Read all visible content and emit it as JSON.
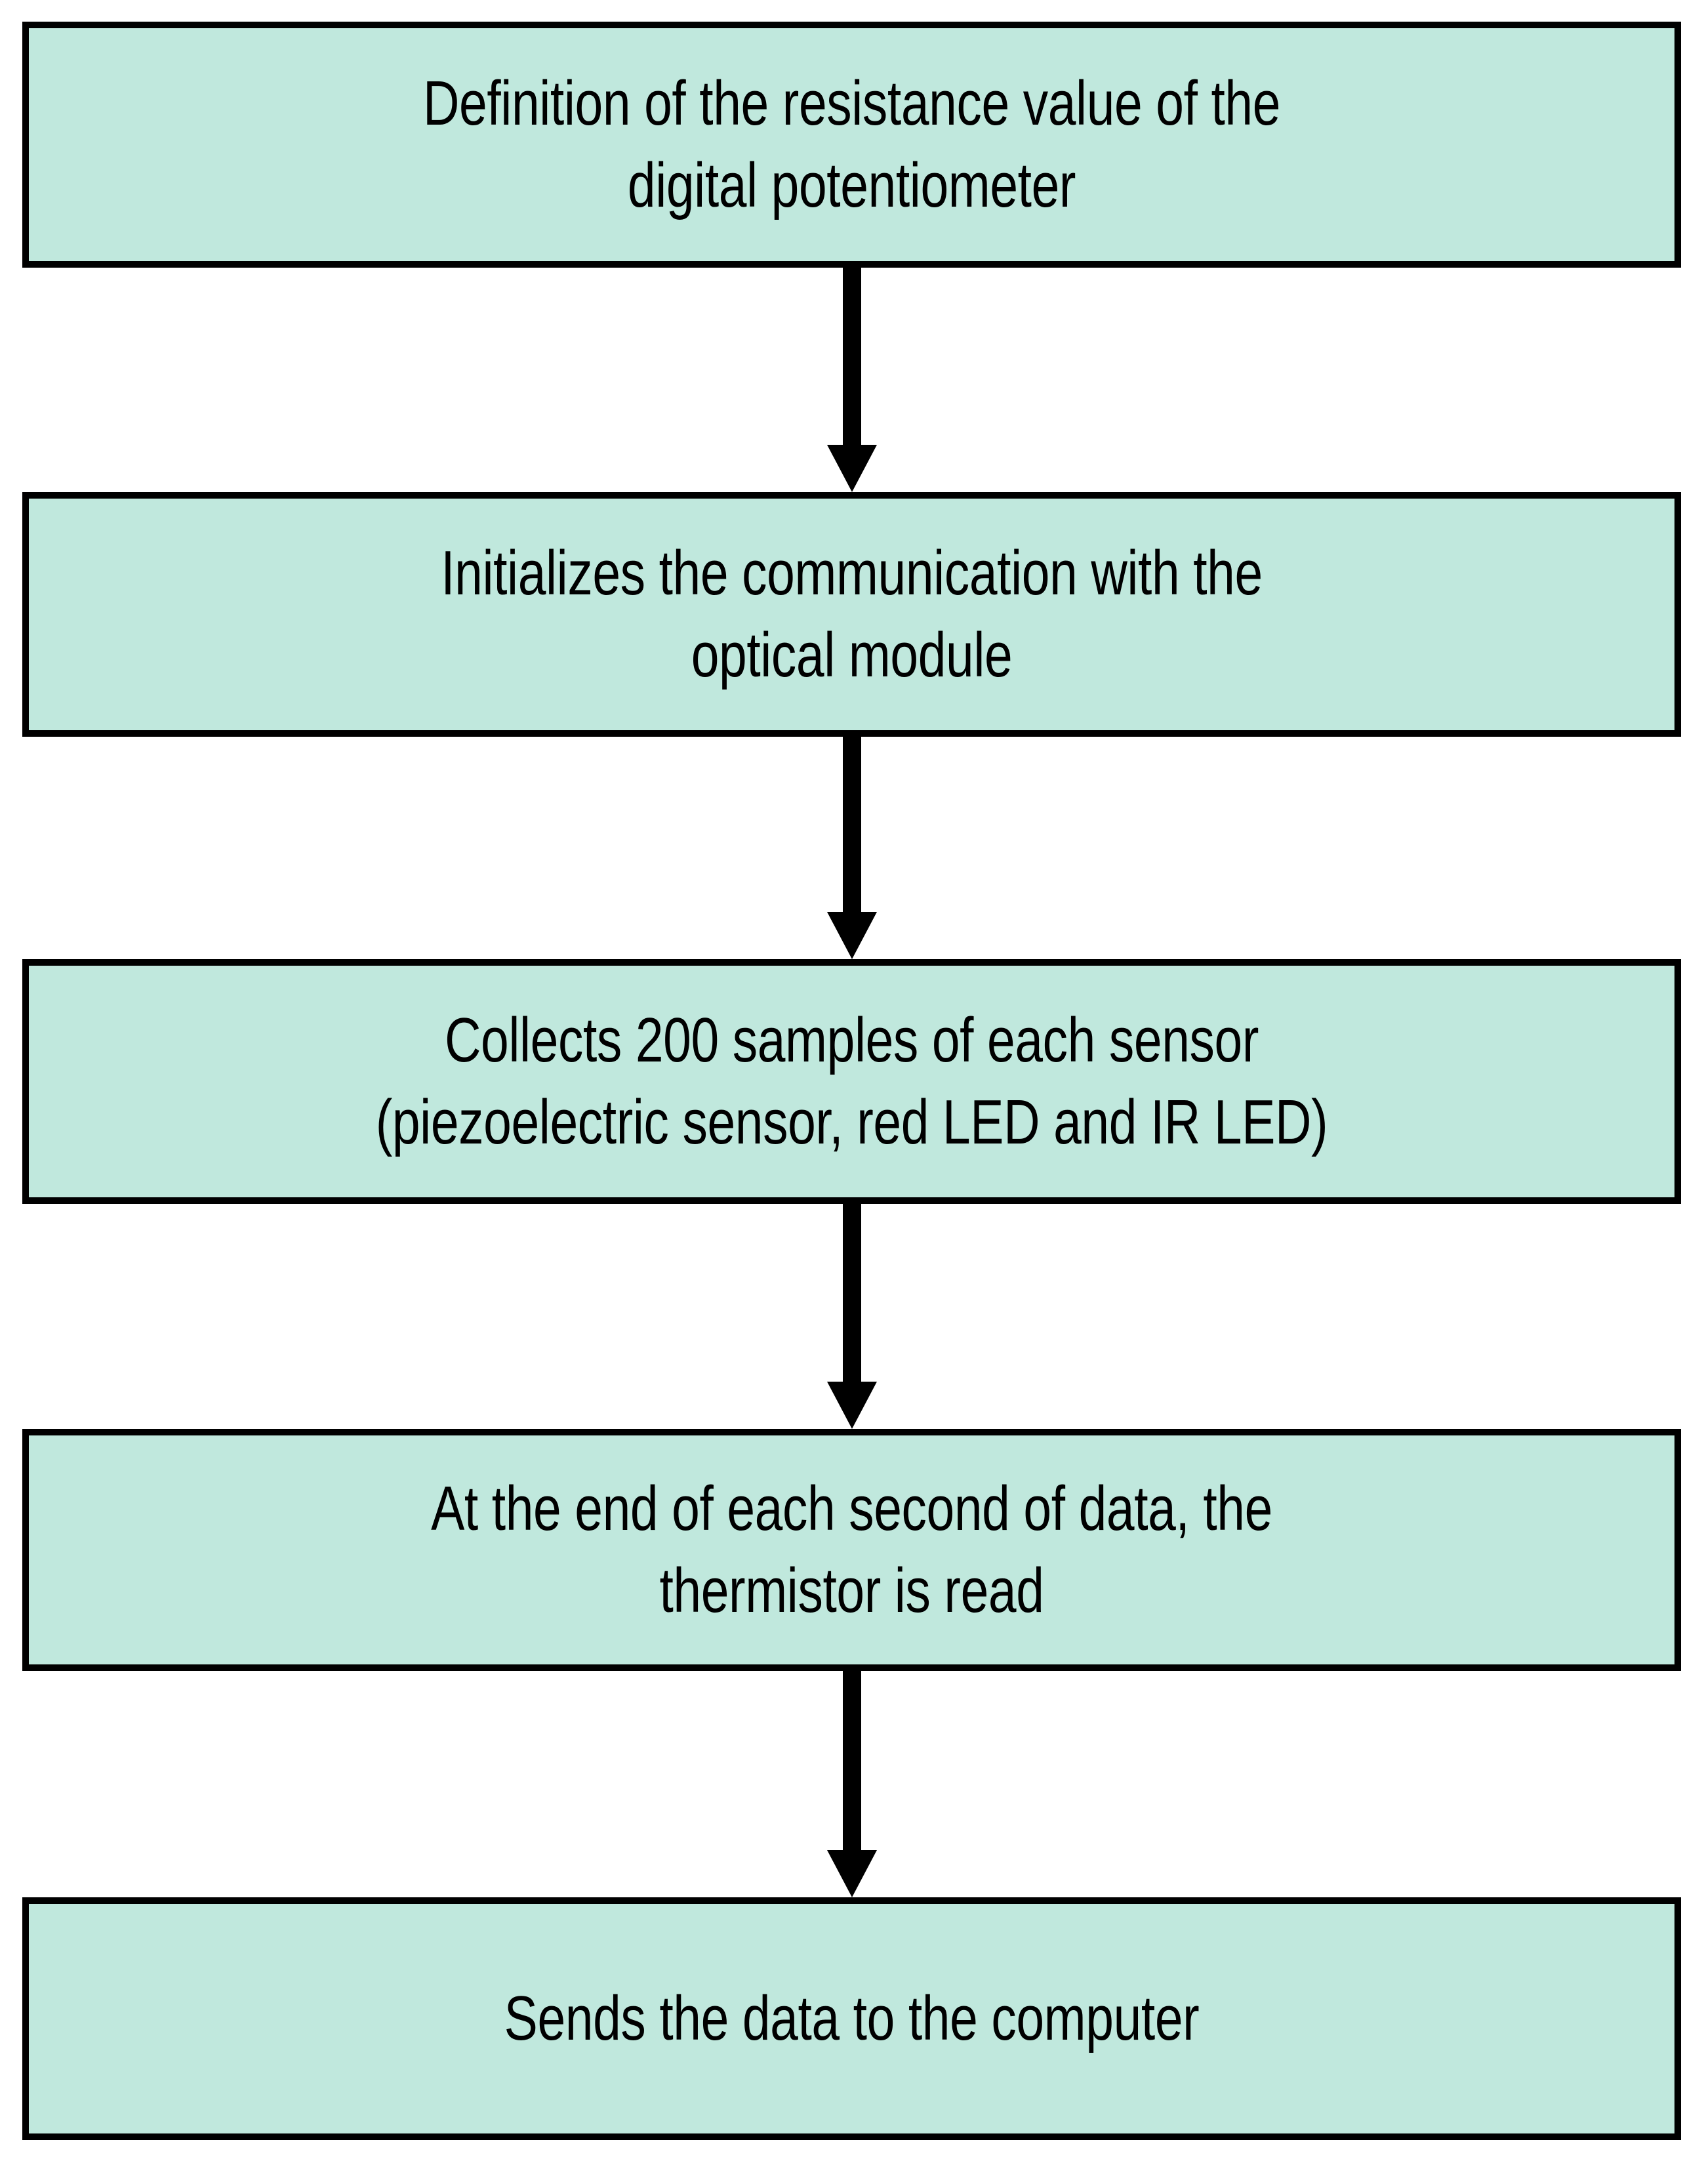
{
  "diagram": {
    "type": "flowchart",
    "orientation": "vertical-top-to-bottom",
    "node_fill_color": "#c0e8dd",
    "node_border_color": "#000000",
    "connector_color": "#000000",
    "text_color": "#000000",
    "background_color": "#ffffff",
    "nodes": [
      {
        "id": "node-0",
        "label": "Definition of the resistance  value of the\ndigital potentiometer"
      },
      {
        "id": "node-1",
        "label": "Initializes the communication with the\noptical module"
      },
      {
        "id": "node-2",
        "label": "Collects 200 samples of each sensor\n(piezoelectric sensor, red LED and IR LED)"
      },
      {
        "id": "node-3",
        "label": "At the end of each second of data, the\nthermistor is read"
      },
      {
        "id": "node-4",
        "label": "Sends the data to the computer"
      }
    ],
    "connectors": [
      {
        "id": "conn-0",
        "from": "node-0",
        "to": "node-1",
        "icon": "down-arrow-icon"
      },
      {
        "id": "conn-1",
        "from": "node-1",
        "to": "node-2",
        "icon": "down-arrow-icon"
      },
      {
        "id": "conn-2",
        "from": "node-2",
        "to": "node-3",
        "icon": "down-arrow-icon"
      },
      {
        "id": "conn-3",
        "from": "node-3",
        "to": "node-4",
        "icon": "down-arrow-icon"
      }
    ]
  }
}
